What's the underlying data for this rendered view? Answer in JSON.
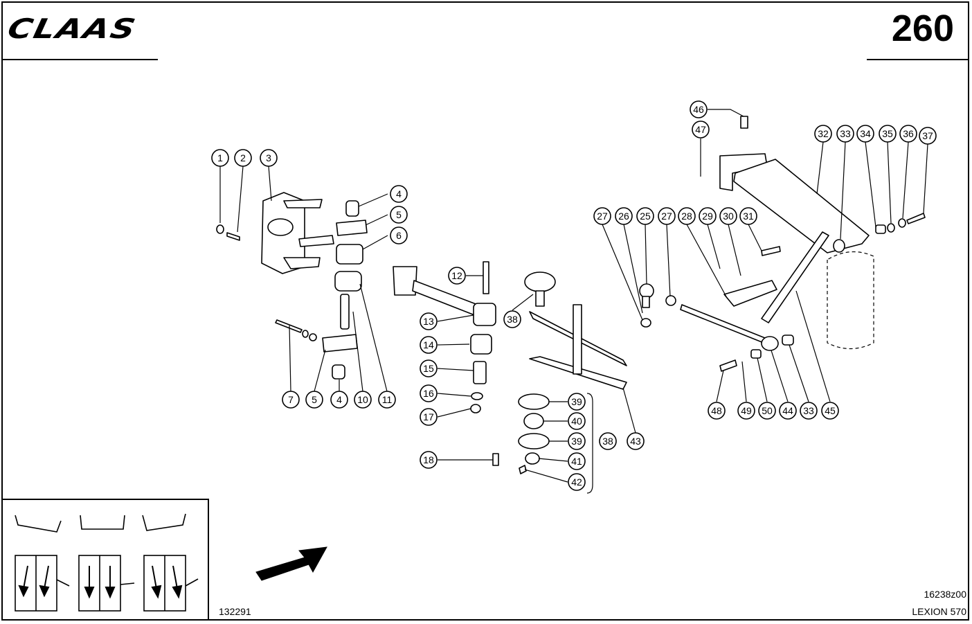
{
  "header": {
    "brand": "CLAAS",
    "page_number": "260"
  },
  "footer": {
    "left_code": "132291",
    "drawing_code": "16238z00",
    "model": "LEXION 570"
  },
  "callouts": [
    "1",
    "2",
    "3",
    "4",
    "5",
    "6",
    "7",
    "5",
    "4",
    "10",
    "11",
    "12",
    "13",
    "38",
    "14",
    "15",
    "16",
    "17",
    "18",
    "39",
    "40",
    "39",
    "38",
    "41",
    "42",
    "43",
    "46",
    "47",
    "32",
    "33",
    "34",
    "35",
    "36",
    "37",
    "27",
    "26",
    "25",
    "27",
    "28",
    "29",
    "30",
    "31",
    "48",
    "49",
    "50",
    "44",
    "33",
    "45"
  ],
  "icons": [
    "brand-logo",
    "direction-arrow-icon",
    "legend-mounting-icon"
  ]
}
